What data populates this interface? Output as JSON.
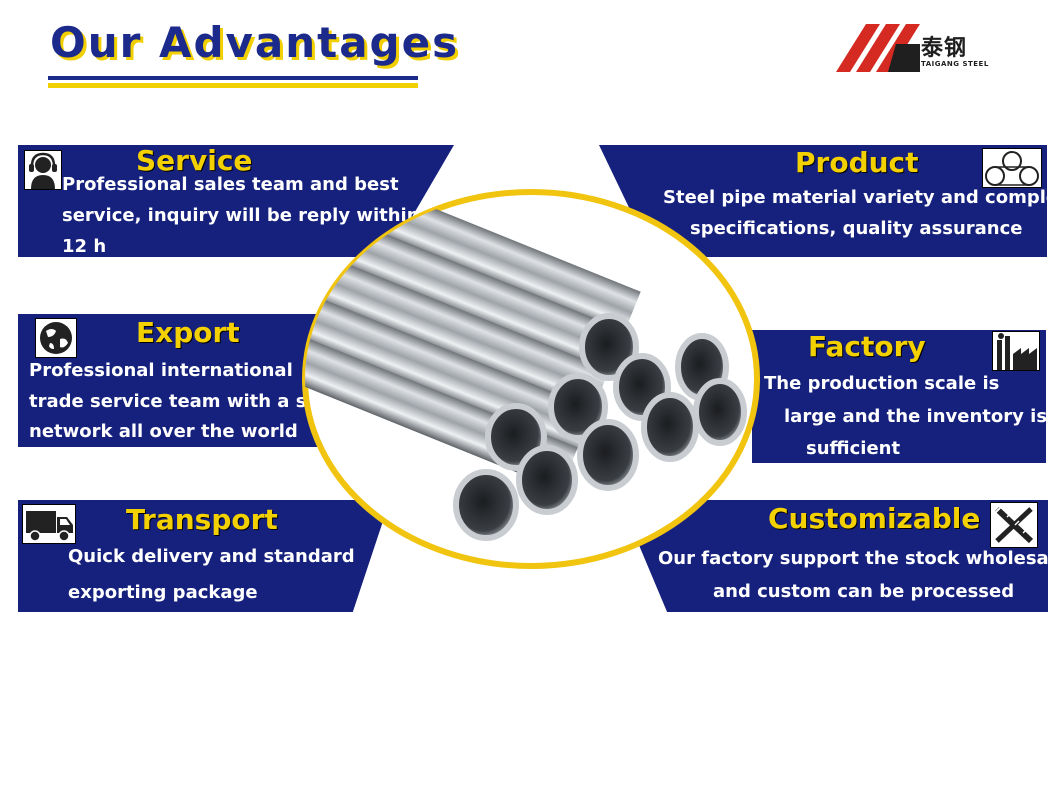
{
  "header": {
    "title": "Our Advantages",
    "logo_cn": "泰钢",
    "logo_en": "TAIGANG STEEL"
  },
  "colors": {
    "navy": "#16217e",
    "yellow": "#f3d000",
    "title_blue": "#1c2a8c",
    "logo_red": "#d42a22"
  },
  "panels": {
    "service": {
      "title": "Service",
      "icon": "headset-icon",
      "lines": [
        "Professional sales team and best",
        "service, inquiry will be reply within",
        "12 h"
      ]
    },
    "product": {
      "title": "Product",
      "icon": "pipes-icon",
      "lines": [
        "Steel pipe material variety and complete",
        "specifications, quality assurance"
      ]
    },
    "export": {
      "title": "Export",
      "icon": "globe-icon",
      "lines": [
        "Professional international",
        "trade service team with a sles",
        "network all over the world"
      ]
    },
    "factory": {
      "title": "Factory",
      "icon": "factory-icon",
      "lines": [
        "The production scale is",
        "large and the inventory is",
        "sufficient"
      ]
    },
    "transport": {
      "title": "Transport",
      "icon": "truck-icon",
      "lines": [
        "Quick delivery and standard",
        "exporting package"
      ]
    },
    "customizable": {
      "title": "Customizable",
      "icon": "tools-icon",
      "lines": [
        "Our factory support the stock wholesale",
        "and custom can be processed"
      ]
    }
  },
  "center_image": {
    "icon": "steel-pipes-bundle-image"
  }
}
